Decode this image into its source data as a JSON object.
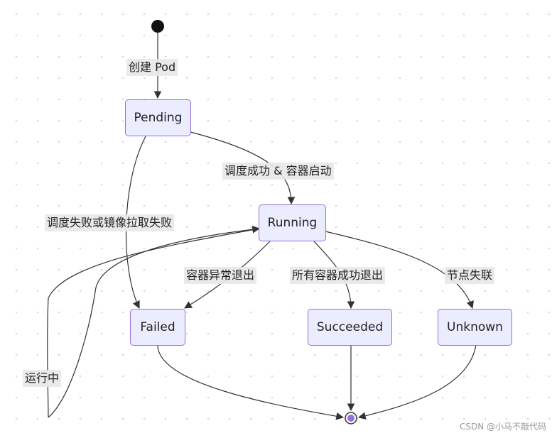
{
  "states": {
    "pending": "Pending",
    "running": "Running",
    "failed": "Failed",
    "succeeded": "Succeeded",
    "unknown": "Unknown"
  },
  "edges": {
    "create_pod": "创建 Pod",
    "schedule_success": "调度成功 & 容器启动",
    "schedule_fail": "调度失败或镜像拉取失败",
    "container_error_exit": "容器异常退出",
    "all_containers_success": "所有容器成功退出",
    "node_lost": "节点失联",
    "running_loop": "运行中"
  },
  "watermark": "CSDN @小马不敲代码",
  "colors": {
    "node_fill": "#ececff",
    "node_border": "#9370db",
    "edge": "#333333",
    "label_bg": "#e8e8e8"
  }
}
